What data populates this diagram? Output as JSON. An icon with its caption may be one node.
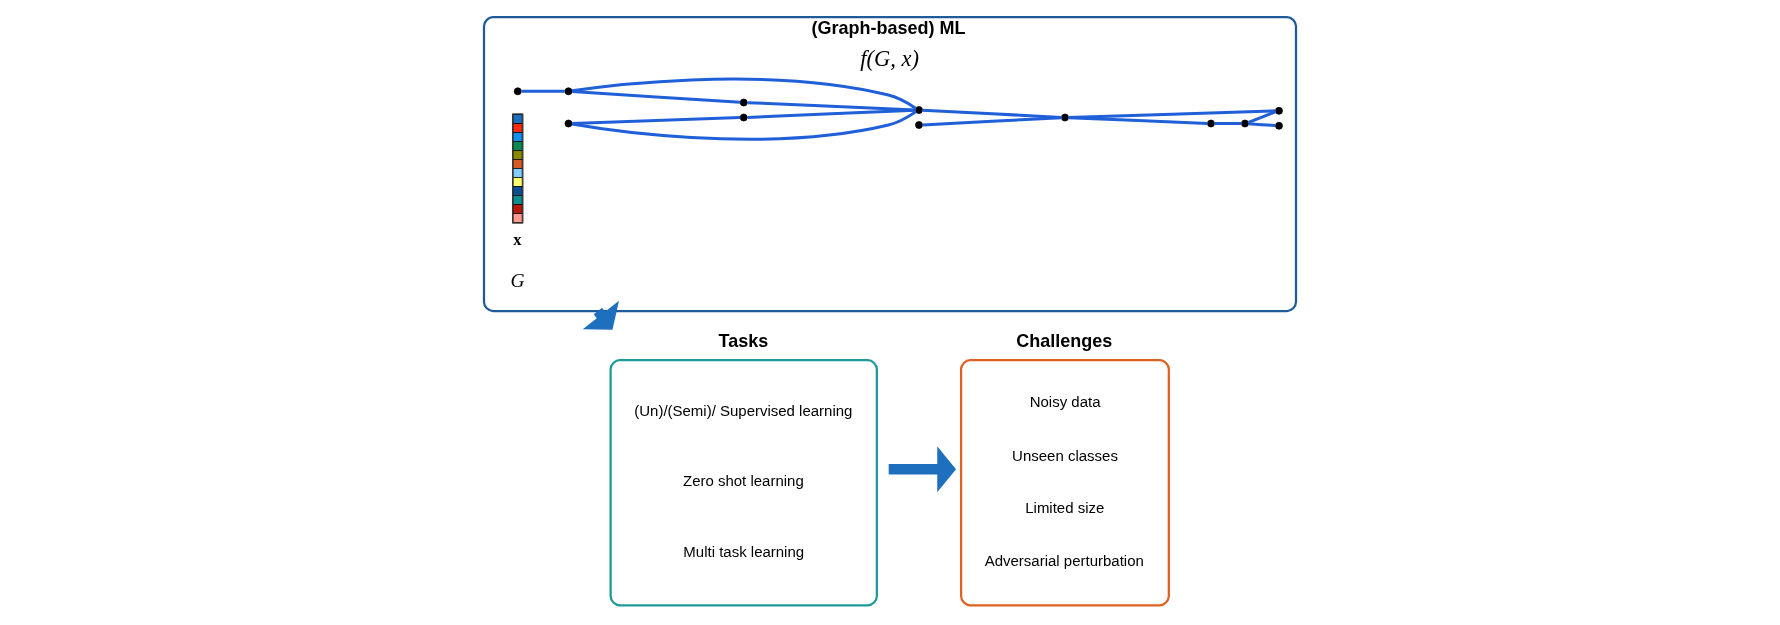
{
  "diagram": {
    "nodes": [
      {
        "text": [
          "(Graph-based) ML",
          "f(G, x)"
        ]
      },
      {
        "text": [],
        "shape": "circle",
        "in": 0
      },
      {
        "text": [],
        "shape": "circle",
        "in": 0
      },
      {
        "text": [],
        "shape": "circle",
        "in": 0
      },
      {
        "text": [],
        "shape": "circle",
        "in": 0
      },
      {
        "text": [],
        "shape": "circle",
        "in": 0
      },
      {
        "text": [],
        "shape": "circle",
        "in": 0
      },
      {
        "text": [],
        "shape": "circle",
        "in": 0
      },
      {
        "text": [],
        "shape": "circle",
        "in": 0
      },
      {
        "text": [],
        "shape": "circle",
        "in": 0
      },
      {
        "text": [],
        "shape": "circle",
        "in": 0
      },
      {
        "text": [],
        "shape": "circle",
        "in": 0
      },
      {
        "text": [],
        "shape": "circle",
        "in": 0
      },
      {
        "text": [],
        "shape": "bar",
        "in": 0,
        "beside": [
          "x"
        ]
      },
      {
        "text": [
          "Tasks",
          "(Un)/(Semi)/ Supervised learning",
          "Zero shot learning",
          "Multi task learning"
        ]
      },
      {
        "text": [
          "Challenges",
          "Noisy data",
          "Unseen classes",
          "Limited size",
          "Adversarial perturbation"
        ]
      }
    ],
    "edges": [
      {
        "from": 1,
        "to": 2,
        "arrow": "none"
      },
      {
        "from": 2,
        "to": 5,
        "arrow": "none"
      },
      {
        "from": 2,
        "to": 3,
        "arrow": "none"
      },
      {
        "from": 3,
        "to": 5,
        "arrow": "none"
      },
      {
        "from": 4,
        "to": 7,
        "arrow": "none"
      },
      {
        "from": 4,
        "to": 5,
        "arrow": "none"
      },
      {
        "from": 7,
        "to": 5,
        "arrow": "none"
      },
      {
        "from": 5,
        "to": 8,
        "arrow": "none"
      },
      {
        "from": 6,
        "to": 8,
        "arrow": "none"
      },
      {
        "from": 8,
        "to": 9,
        "arrow": "none"
      },
      {
        "from": 9,
        "to": 11,
        "arrow": "none"
      },
      {
        "from": 11,
        "to": 10,
        "arrow": "none"
      },
      {
        "from": 11,
        "to": 12,
        "arrow": "none"
      },
      {
        "from": 8,
        "to": 12,
        "arrow": "none"
      },
      {
        "from": 0,
        "to": 14,
        "arrow": "to",
        "style": "thick",
        "color": "#1f6fbf"
      },
      {
        "from": 14,
        "to": 15,
        "arrow": "to",
        "style": "thick",
        "color": "#1f6fbf"
      }
    ],
    "labels": [
      "G"
    ]
  }
}
